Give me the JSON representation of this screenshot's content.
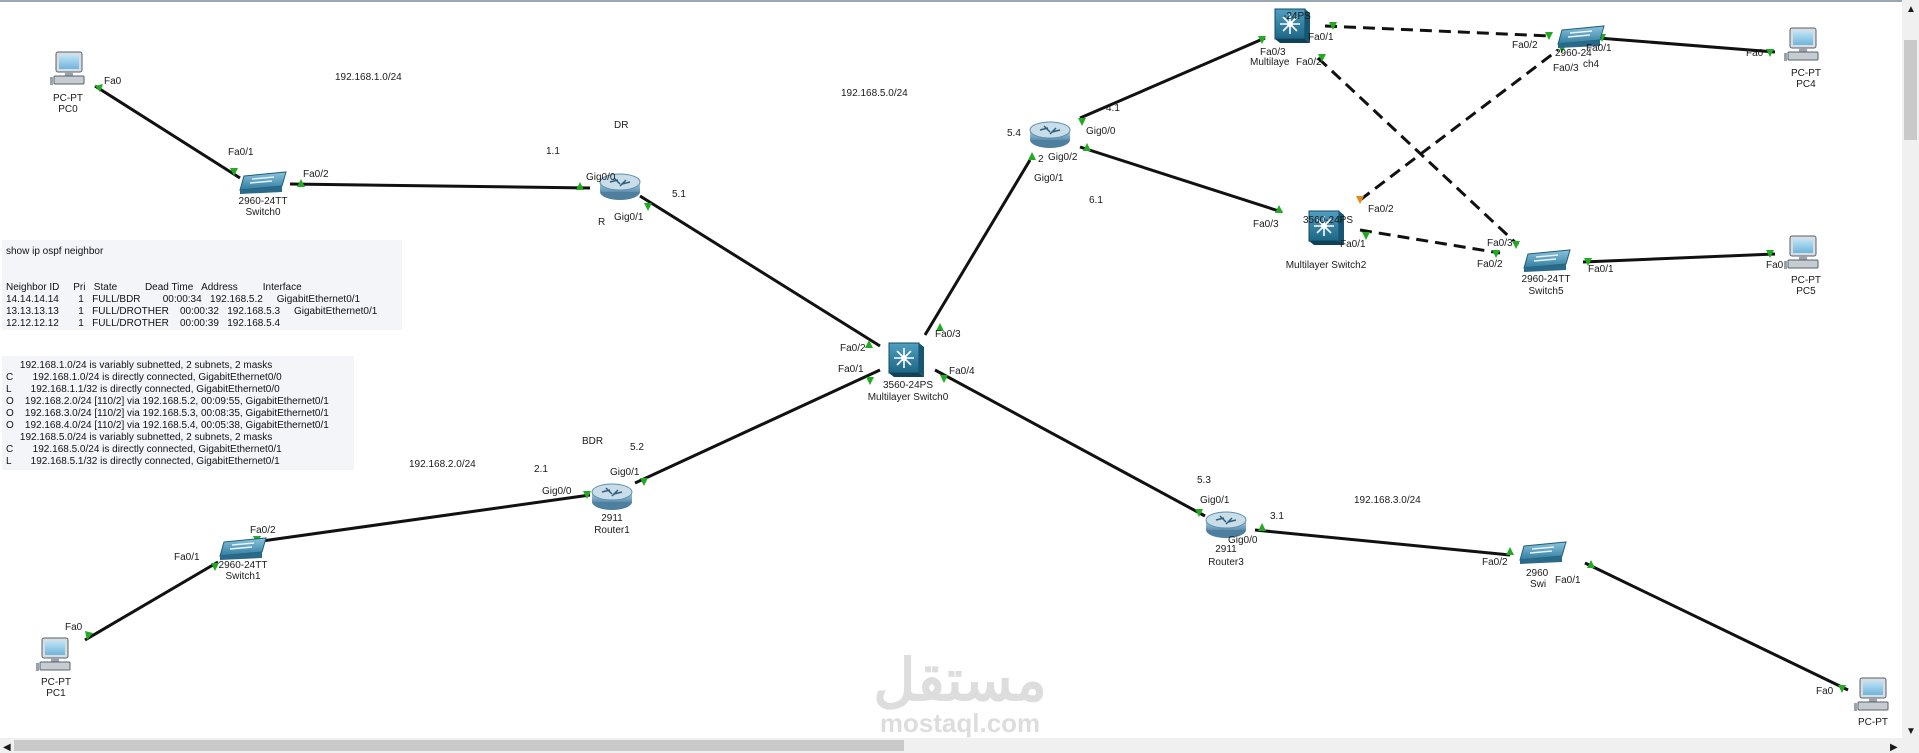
{
  "colors": {
    "background": "#ffffff",
    "cable": "#111111",
    "port_up": "#22aa22",
    "port_orange": "#e08a1a",
    "router": "#7fa9c4",
    "switch": "#3b8fb0",
    "l3switch": "#2b7fa3"
  },
  "devices": {
    "pc0": {
      "type": "PC-PT",
      "name": "PC0"
    },
    "pc1": {
      "type": "PC-PT",
      "name": "PC1"
    },
    "pc4": {
      "type": "PC-PT",
      "name": "PC4"
    },
    "pc5": {
      "type": "PC-PT",
      "name": "PC5"
    },
    "pc6": {
      "type": "PC-PT"
    },
    "switch0": {
      "model": "2960-24TT",
      "name": "Switch0"
    },
    "switch1": {
      "model": "2960-24TT",
      "name": "Switch1"
    },
    "switch3": {
      "model": "2960",
      "name": "Swi"
    },
    "switch4": {
      "model": "2960-24",
      "name": "ch4"
    },
    "switch5": {
      "model": "2960-24TT",
      "name": "Switch5"
    },
    "router0": {
      "name": "R"
    },
    "router1": {
      "model": "2911",
      "name": "Router1"
    },
    "router2": {
      "model": "2"
    },
    "router3": {
      "model": "2911",
      "name": "Router3"
    },
    "mls0": {
      "model": "3560-24PS",
      "name": "Multilayer Switch0"
    },
    "mls1": {
      "model": "-24PS",
      "name": "Multilaye"
    },
    "mls2": {
      "model": "3560-24PS",
      "name": "Multilayer Switch2"
    }
  },
  "ports": {
    "pc0_fa0": "Fa0",
    "sw0_fa01": "Fa0/1",
    "sw0_fa02": "Fa0/2",
    "r0_gig00": "Gig0/0",
    "r0_gig01": "Gig0/1",
    "mls0_fa02": "Fa0/2",
    "mls0_fa01": "Fa0/1",
    "mls0_fa03": "Fa0/3",
    "mls0_fa04": "Fa0/4",
    "r1_gig01": "Gig0/1",
    "r1_gig00": "Gig0/0",
    "sw1_fa02": "Fa0/2",
    "sw1_fa01": "Fa0/1",
    "pc1_fa0": "Fa0",
    "r3_gig01": "Gig0/1",
    "r3_gig00": "Gig0/0",
    "sw3_fa02": "Fa0/2",
    "sw3_fa01": "Fa0/1",
    "pc6_fa0": "Fa0",
    "r2_gig00": "Gig0/0",
    "r2_gig02": "Gig0/2",
    "r2_gig01": "Gig0/1",
    "mls1_fa01": "Fa0/1",
    "mls1_fa03": "Fa0/3",
    "mls1_fa02": "Fa0/2",
    "mls2_fa03": "Fa0/3",
    "mls2_fa02": "Fa0/2",
    "mls2_fa01": "Fa0/1",
    "sw4_fa02": "Fa0/2",
    "sw4_fa01": "Fa0/1",
    "sw4_fa03": "Fa0/3",
    "pc4_fa0": "Fa0",
    "sw5_fa03": "Fa0/3",
    "sw5_fa02": "Fa0/2",
    "sw5_fa01": "Fa0/1",
    "pc5_fa0": "Fa0"
  },
  "networks": {
    "n1": "192.168.1.0/24",
    "n5": "192.168.5.0/24",
    "n2": "192.168.2.0/24",
    "n3": "192.168.3.0/24"
  },
  "annotations": {
    "dr": "DR",
    "bdr": "BDR",
    "a11": "1.1",
    "a51": "5.1",
    "a21": "2.1",
    "a52": "5.2",
    "a53": "5.3",
    "a31": "3.1",
    "a54": "5.4",
    "a41": "4.1",
    "a61": "6.1"
  },
  "ospf_neighbor": {
    "command": "show ip ospf neighbor",
    "header": "Neighbor ID     Pri   State          Dead Time   Address         Interface",
    "rows": [
      "14.14.14.14       1   FULL/BDR        00:00:34   192.168.5.2     GigabitEthernet0/1",
      "13.13.13.13       1   FULL/DROTHER    00:00:32   192.168.5.3     GigabitEthernet0/1",
      "12.12.12.12       1   FULL/DROTHER    00:00:39   192.168.5.4"
    ]
  },
  "routing_table": {
    "lines": [
      "     192.168.1.0/24 is variably subnetted, 2 subnets, 2 masks",
      "C       192.168.1.0/24 is directly connected, GigabitEthernet0/0",
      "L       192.168.1.1/32 is directly connected, GigabitEthernet0/0",
      "O    192.168.2.0/24 [110/2] via 192.168.5.2, 00:09:55, GigabitEthernet0/1",
      "O    192.168.3.0/24 [110/2] via 192.168.5.3, 00:08:35, GigabitEthernet0/1",
      "O    192.168.4.0/24 [110/2] via 192.168.5.4, 00:05:38, GigabitEthernet0/1",
      "     192.168.5.0/24 is variably subnetted, 2 subnets, 2 masks",
      "C       192.168.5.0/24 is directly connected, GigabitEthernet0/1",
      "L       192.168.5.1/32 is directly connected, GigabitEthernet0/1"
    ]
  },
  "watermark": {
    "arabic": "مستقل",
    "latin": "mostaql.com"
  }
}
